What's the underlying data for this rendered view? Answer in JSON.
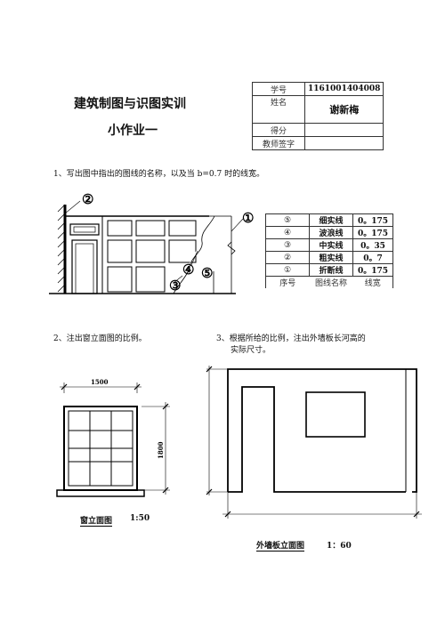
{
  "header": {
    "title": "建筑制图与识图实训",
    "subtitle": "小作业一"
  },
  "info_table": {
    "student_id_label": "学号",
    "student_id": "1161001404008",
    "name_label": "姓名",
    "name": "谢新梅",
    "score_label": "得分",
    "score": "",
    "teacher_label": "教师签字",
    "teacher": ""
  },
  "question1": {
    "text": "1、写出图中指出的图线的名称，以及当 b=0.7 时的线宽。",
    "markers": [
      "②",
      "①",
      "④",
      "⑤",
      "③"
    ]
  },
  "line_table": {
    "rows": [
      {
        "no": "⑤",
        "name": "细实线",
        "width": "0。175"
      },
      {
        "no": "④",
        "name": "波浪线",
        "width": "0。175"
      },
      {
        "no": "③",
        "name": "中实线",
        "width": "0。35"
      },
      {
        "no": "②",
        "name": "粗实线",
        "width": "0。7"
      },
      {
        "no": "①",
        "name": "折断线",
        "width": "0。175"
      }
    ],
    "header": {
      "no": "序号",
      "name": "图线名称",
      "width": "线宽"
    }
  },
  "question2": {
    "text": "2、注出窗立面图的比例。",
    "dim_width": "1500",
    "dim_height": "1800",
    "caption": "窗立面图",
    "scale": "1:50"
  },
  "question3": {
    "line1": "3、根据所给的比例，注出外墙板长河高的",
    "line2": "实际尺寸。",
    "caption": "外墙板立面图",
    "scale": "1：60"
  }
}
